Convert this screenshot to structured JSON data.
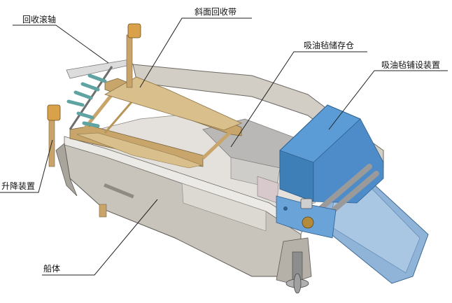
{
  "labels": {
    "recovery_roller": "回收滚轴",
    "inclined_belt": "斜面回收带",
    "felt_storage": "吸油毡储存仓",
    "felt_laying_device": "吸油毡铺设装置",
    "lifting_device": "升降装置",
    "hull": "船体"
  },
  "colors": {
    "hull": "#c9c4bb",
    "hull_dark": "#8f8a82",
    "hull_light": "#e6e3de",
    "belt": "#d9bf8c",
    "frame": "#c8a56b",
    "roller": "#5fa3a2",
    "device_blue": "#5b9bd6",
    "device_blue_dark": "#3f7fb8",
    "chute": "#8fb4d8",
    "storage_floor": "#b9b8b6",
    "leader": "#222222",
    "lift_motor": "#d9a24a"
  },
  "icons": [
    "propeller-icon",
    "motor-icon"
  ]
}
